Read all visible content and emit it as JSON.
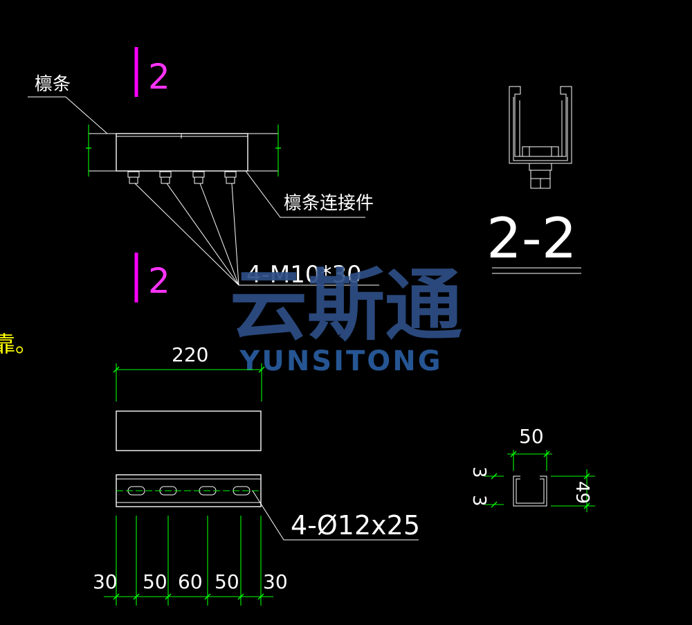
{
  "labels": {
    "purlin": "檩条",
    "connector": "檩条连接件",
    "bolts": "4-M10*30",
    "holes": "4-Ø12x25",
    "section_marker": "2",
    "section_title": "2-2",
    "left_note": "靠。"
  },
  "dimensions": {
    "plate_length": "220",
    "hole_spacing": [
      "30",
      "50",
      "60",
      "50",
      "30"
    ],
    "channel_width": "50",
    "channel_height": "49",
    "thickness_top": "3",
    "thickness_bottom": "3"
  },
  "watermark": {
    "chinese": "云斯通",
    "latin": "YUNSITONG"
  },
  "colors": {
    "background": "#000000",
    "linework": "#ffffff",
    "dimension": "#00ff00",
    "section_mark": "#ff00ff",
    "note": "#ffff00",
    "watermark": "#2e4f86"
  }
}
